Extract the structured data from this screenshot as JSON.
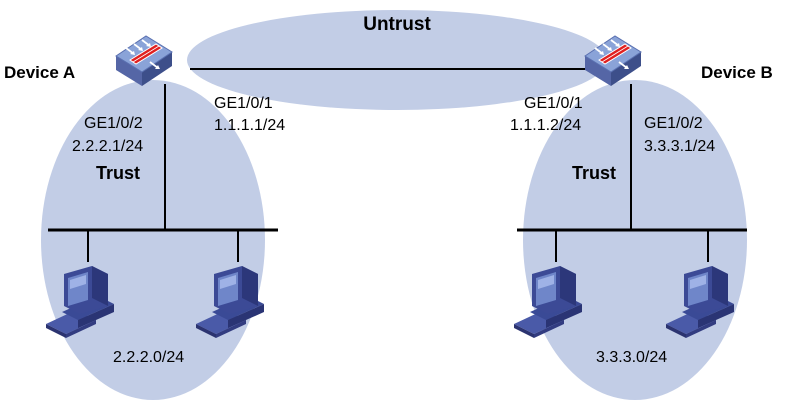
{
  "zones": {
    "untrust": "Untrust",
    "trust_left": "Trust",
    "trust_right": "Trust"
  },
  "devices": {
    "a": {
      "name": "Device A",
      "port_up": "GE1/0/1",
      "ip_up": "1.1.1.1/24",
      "port_down": "GE1/0/2",
      "ip_down": "2.2.2.1/24",
      "subnet": "2.2.2.0/24"
    },
    "b": {
      "name": "Device B",
      "port_up": "GE1/0/1",
      "ip_up": "1.1.1.2/24",
      "port_down": "GE1/0/2",
      "ip_down": "3.3.3.1/24",
      "subnet": "3.3.3.0/24"
    }
  },
  "icons": {
    "firewall": "firewall-icon",
    "host": "host-computer-icon"
  },
  "colors": {
    "zone_fill": "#c2cde6",
    "device_body": "#6a82bf",
    "device_top": "#8aa3d8",
    "firewall_red": "#e02020",
    "host_body": "#3c4a96",
    "line": "#000000"
  }
}
